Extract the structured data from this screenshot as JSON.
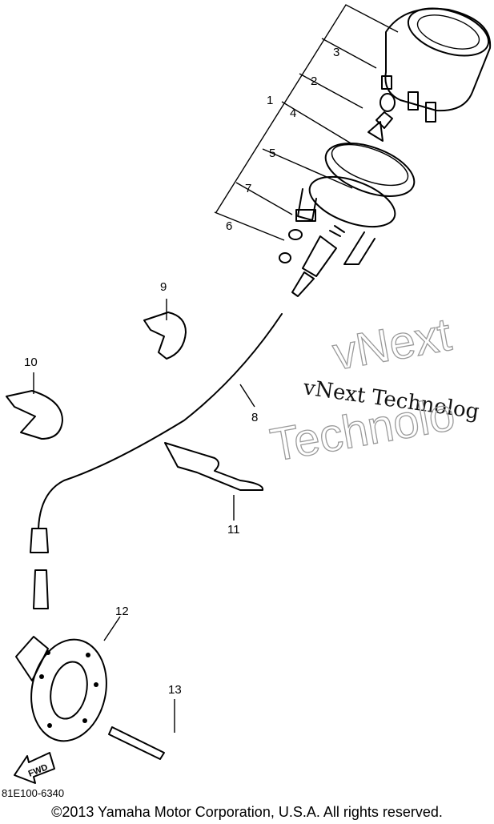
{
  "callouts": [
    "1",
    "2",
    "3",
    "4",
    "5",
    "6",
    "7",
    "8",
    "9",
    "10",
    "11",
    "12",
    "13"
  ],
  "fwd_label": "FWD",
  "diagram_code": "81E100-6340",
  "watermark_line1": "vNext Technolog",
  "watermark_line2a": "vNext",
  "watermark_line2b": "Technolo",
  "copyright": "©2013 Yamaha Motor Corporation, U.S.A. All rights reserved."
}
